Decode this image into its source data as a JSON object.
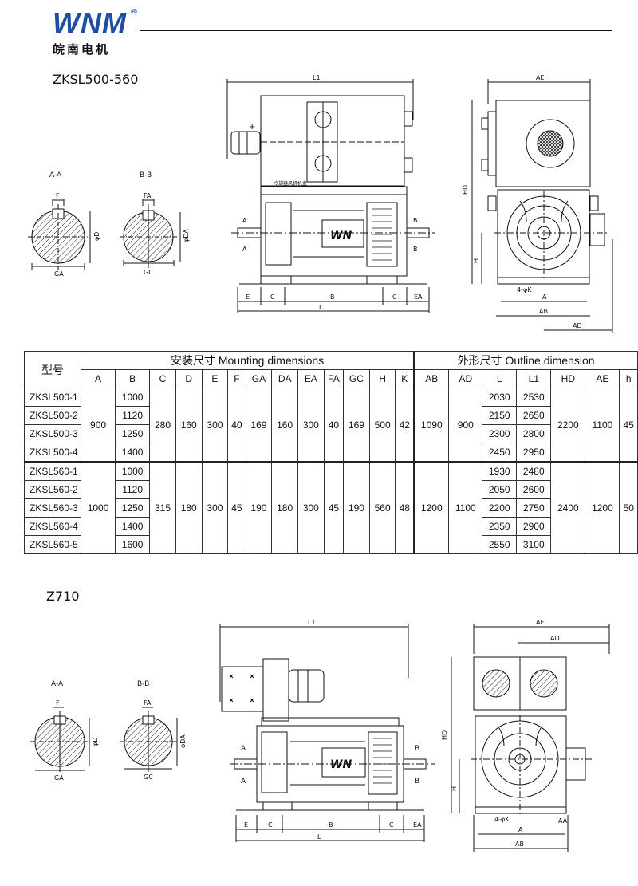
{
  "brand": {
    "logo": "WNM",
    "registered": "®",
    "company_cn": "皖南电机"
  },
  "sections": [
    {
      "title": "ZKSL500-560",
      "section_views": [
        {
          "title": "A-A",
          "key": "F",
          "width": "GA",
          "dia": "φD"
        },
        {
          "title": "B-B",
          "key": "FA",
          "width": "GC",
          "dia": "φDA"
        }
      ],
      "side_view": {
        "top_label": "L1",
        "bottom_labels": [
          "E",
          "C",
          "B",
          "C",
          "EA"
        ],
        "overall_label": "L",
        "section_marks": [
          "A",
          "A",
          "B",
          "B"
        ],
        "plate_text": "冷却器风机机盒",
        "emblem": "WN"
      },
      "end_view": {
        "top_label": "AE",
        "height_labels": [
          "HD",
          "H"
        ],
        "hole_label": "4-φK",
        "bottom_labels": [
          "A",
          "AB",
          "AD"
        ]
      }
    },
    {
      "title": "Z710",
      "section_views": [
        {
          "title": "A-A",
          "key": "F",
          "width": "GA",
          "dia": "φD"
        },
        {
          "title": "B-B",
          "key": "FA",
          "width": "GC",
          "dia": "φDA"
        }
      ],
      "side_view": {
        "top_label": "L1",
        "bottom_labels": [
          "E",
          "C",
          "B",
          "C",
          "EA"
        ],
        "overall_label": "L",
        "section_marks": [
          "A",
          "A",
          "B",
          "B"
        ],
        "emblem": "WN"
      },
      "end_view": {
        "top_label": "AE",
        "ad_label": "AD",
        "height_labels": [
          "HD",
          "H"
        ],
        "hole_label": "4-φK",
        "bottom_labels": [
          "A",
          "AB",
          "AA"
        ]
      }
    }
  ],
  "table": {
    "model_header": "型号",
    "mounting_header": "安装尺寸  Mounting dimensions",
    "outline_header": "外形尺寸  Outline dimension",
    "mounting_cols": [
      "A",
      "B",
      "C",
      "D",
      "E",
      "F",
      "GA",
      "DA",
      "EA",
      "FA",
      "GC",
      "H",
      "K"
    ],
    "outline_cols": [
      "AB",
      "AD",
      "L",
      "L1",
      "HD",
      "AE",
      "h"
    ],
    "groups": [
      {
        "rows": [
          {
            "model": "ZKSL500-1",
            "B": "1000",
            "L": "2030",
            "L1": "2530"
          },
          {
            "model": "ZKSL500-2",
            "B": "1120",
            "L": "2150",
            "L1": "2650"
          },
          {
            "model": "ZKSL500-3",
            "B": "1250",
            "L": "2300",
            "L1": "2800"
          },
          {
            "model": "ZKSL500-4",
            "B": "1400",
            "L": "2450",
            "L1": "2950"
          }
        ],
        "common": {
          "A": "900",
          "C": "280",
          "D": "160",
          "E": "300",
          "F": "40",
          "GA": "169",
          "DA": "160",
          "EA": "300",
          "FA": "40",
          "GC": "169",
          "H": "500",
          "K": "42",
          "AB": "1090",
          "AD": "900",
          "HD": "2200",
          "AE": "1100",
          "h": "45"
        }
      },
      {
        "rows": [
          {
            "model": "ZKSL560-1",
            "B": "1000",
            "L": "1930",
            "L1": "2480"
          },
          {
            "model": "ZKSL560-2",
            "B": "1120",
            "L": "2050",
            "L1": "2600"
          },
          {
            "model": "ZKSL560-3",
            "B": "1250",
            "L": "2200",
            "L1": "2750"
          },
          {
            "model": "ZKSL560-4",
            "B": "1400",
            "L": "2350",
            "L1": "2900"
          },
          {
            "model": "ZKSL560-5",
            "B": "1600",
            "L": "2550",
            "L1": "3100"
          }
        ],
        "common": {
          "A": "1000",
          "C": "315",
          "D": "180",
          "E": "300",
          "F": "45",
          "GA": "190",
          "DA": "180",
          "EA": "300",
          "FA": "45",
          "GC": "190",
          "H": "560",
          "K": "48",
          "AB": "1200",
          "AD": "1100",
          "HD": "2400",
          "AE": "1200",
          "h": "50"
        }
      }
    ]
  }
}
